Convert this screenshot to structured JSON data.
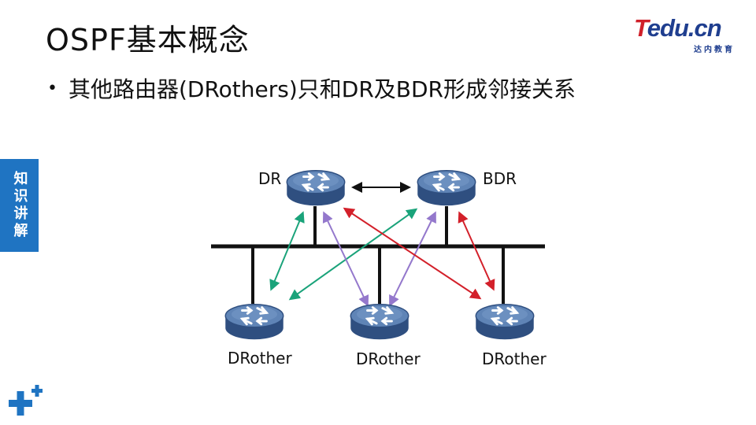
{
  "slide": {
    "title": "OSPF基本概念",
    "bullet": "其他路由器(DRothers)只和DR及BDR形成邻接关系"
  },
  "logo": {
    "brand_t": "T",
    "brand_rest": "edu.cn",
    "sub": "达内教育"
  },
  "side_tab": "知识讲解",
  "diagram": {
    "routers": [
      {
        "id": "dr",
        "label": "DR"
      },
      {
        "id": "bdr",
        "label": "BDR"
      },
      {
        "id": "drother1",
        "label": "DRother"
      },
      {
        "id": "drother2",
        "label": "DRother"
      },
      {
        "id": "drother3",
        "label": "DRother"
      }
    ],
    "colors": {
      "router_body": "#3a5f93",
      "router_top": "#6e90be",
      "green": "#1aa37a",
      "purple": "#9478cc",
      "red": "#d3202a",
      "black": "#111111",
      "accent_blue": "#1f74c2"
    }
  }
}
